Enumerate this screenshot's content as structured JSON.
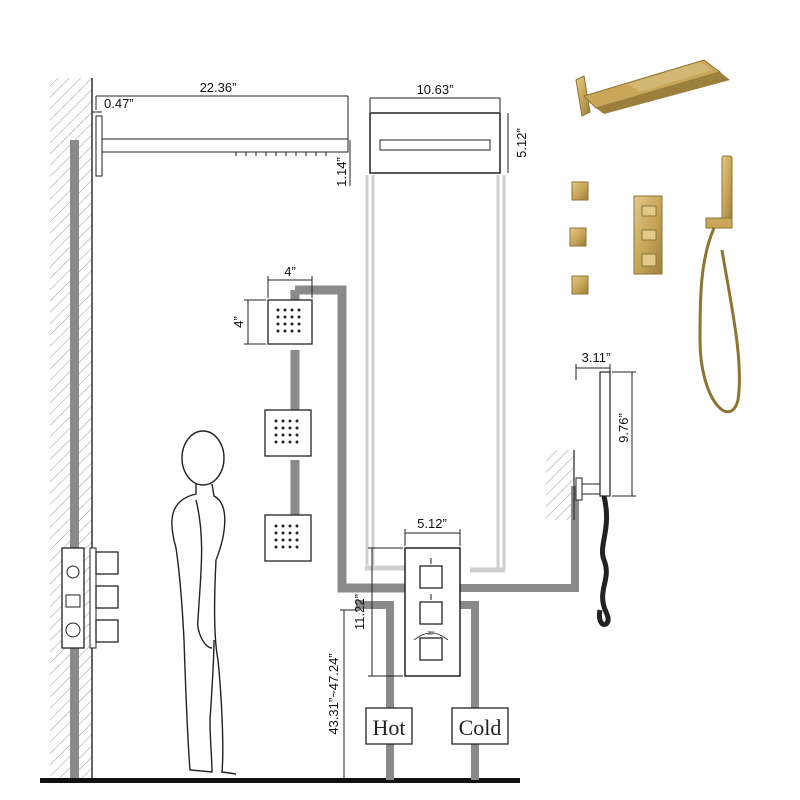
{
  "dimensions": {
    "arm_length": "22.36”",
    "wall_offset": "0.47”",
    "head_width": "10.63”",
    "head_height": "5.12”",
    "head_thickness": "1.14”",
    "jet_width": "4”",
    "jet_height": "4”",
    "hand_width": "3.11”",
    "hand_height": "9.76”",
    "valve_width": "5.12”",
    "valve_height": "11.22”",
    "valve_install_height": "43.31”~47.24”"
  },
  "labels": {
    "hot": "Hot",
    "cold": "Cold",
    "temp_mark": "38°"
  },
  "colors": {
    "pipe_dark": "#8a8a8a",
    "pipe_light": "#cfcfcf",
    "line": "#222222",
    "gold": "#c9a65a",
    "gold_dark": "#8f7431"
  },
  "icons": [
    "rain-shower-head-icon",
    "body-jet-icon",
    "thermostatic-valve-icon",
    "hand-shower-icon",
    "human-figure-icon"
  ]
}
